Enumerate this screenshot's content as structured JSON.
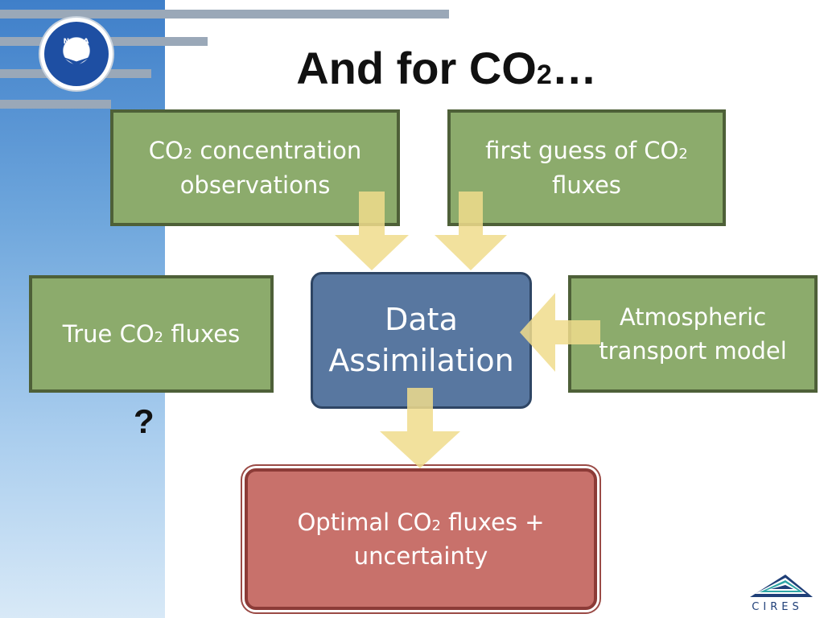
{
  "slide": {
    "title_main": "And for CO",
    "title_sub": "2",
    "title_tail": "…",
    "question_mark": "?"
  },
  "logos": {
    "left": {
      "icon": "noaa-logo-icon",
      "text": "NOAA"
    },
    "right": {
      "icon": "cires-logo-icon",
      "text": "CIRES"
    }
  },
  "boxes": {
    "observations": {
      "pre": "CO",
      "sub": "2",
      "post": " concentration",
      "line2": "observations"
    },
    "first_guess": {
      "line1_pre": "first guess of CO",
      "line1_sub": "2",
      "line2": "fluxes"
    },
    "true_fluxes": {
      "pre": "True CO",
      "sub": "2",
      "post": " fluxes"
    },
    "data_assimilation": {
      "line1": "Data",
      "line2": "Assimilation"
    },
    "transport": {
      "line1": "Atmospheric",
      "line2": "transport model"
    },
    "optimal": {
      "pre": "Optimal CO",
      "sub": "2",
      "post": " fluxes +",
      "line2": "uncertainty"
    }
  },
  "colors": {
    "green_box": "#8cab6c",
    "green_border": "#4e6038",
    "blue_box": "#5877a0",
    "red_box": "#c8716b",
    "arrow": "#f0dc8c"
  }
}
